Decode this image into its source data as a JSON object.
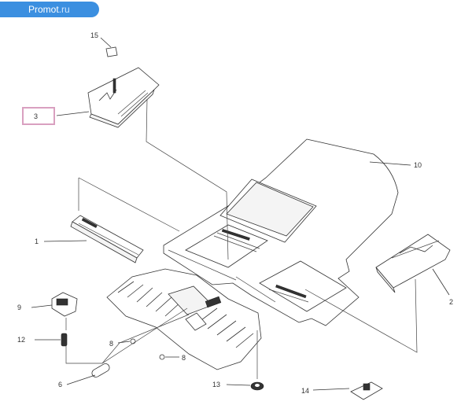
{
  "watermark": {
    "site": "Promot",
    "tld": ".ru"
  },
  "highlight_color": "#d9a0c0",
  "callouts": {
    "c15": "15",
    "c3": "3",
    "c10": "10",
    "c1": "1",
    "c2": "2",
    "c9": "9",
    "c12": "12",
    "c8a": "8",
    "c8b": "8",
    "c6": "6",
    "c13": "13",
    "c14": "14"
  }
}
